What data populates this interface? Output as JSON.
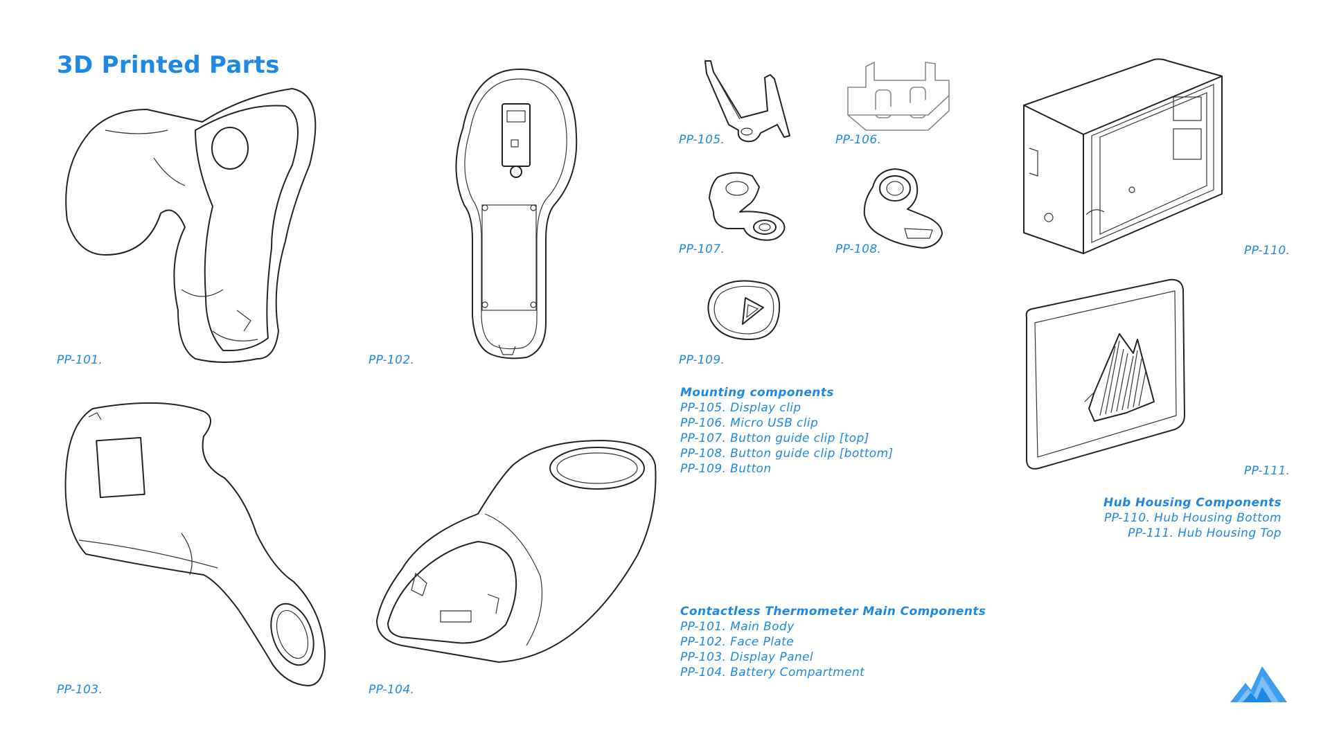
{
  "title": "3D Printed Parts",
  "parts": {
    "pp101": "PP-101.",
    "pp102": "PP-102.",
    "pp103": "PP-103.",
    "pp104": "PP-104.",
    "pp105": "PP-105.",
    "pp106": "PP-106.",
    "pp107": "PP-107.",
    "pp108": "PP-108.",
    "pp109": "PP-109.",
    "pp110": "PP-110.",
    "pp111": "PP-111."
  },
  "mounting": {
    "heading": "Mounting components",
    "items": [
      "PP-105. Display clip",
      "PP-106. Micro USB clip",
      "PP-107. Button guide clip [top]",
      "PP-108. Button guide clip [bottom]",
      "PP-109. Button"
    ]
  },
  "hub": {
    "heading": "Hub Housing Components",
    "items": [
      "PP-110. Hub Housing Bottom",
      "PP-111. Hub Housing Top"
    ]
  },
  "main_components": {
    "heading": "Contactless Thermometer Main Components",
    "items": [
      "PP-101. Main Body",
      "PP-102. Face Plate",
      "PP-103. Display Panel",
      "PP-104. Battery Compartment"
    ]
  },
  "colors": {
    "accent": "#1e88e5",
    "line": "#222222",
    "background": "#ffffff"
  },
  "icons": {
    "logo": "mountain-logo-icon"
  }
}
